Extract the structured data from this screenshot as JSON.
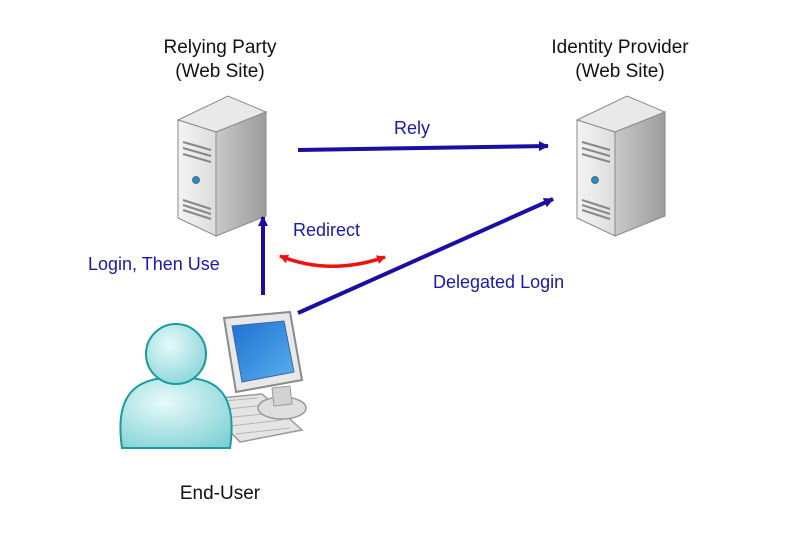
{
  "diagram": {
    "nodes": {
      "relying_party": {
        "line1": "Relying Party",
        "line2": "(Web Site)",
        "icon": "server-icon"
      },
      "identity_provider": {
        "line1": "Identity Provider",
        "line2": "(Web Site)",
        "icon": "server-icon"
      },
      "end_user": {
        "label": "End-User",
        "icon": "user-computer-icon"
      }
    },
    "edges": {
      "rely": {
        "label": "Rely",
        "from": "Relying Party",
        "to": "Identity Provider",
        "color": "#1a0fa0"
      },
      "redirect": {
        "label": "Redirect",
        "bidirectional": true,
        "color": "#ee1111"
      },
      "login_then_use": {
        "label": "Login, Then Use",
        "from": "End-User",
        "to": "Relying Party",
        "color": "#1a0fa0"
      },
      "delegated_login": {
        "label": "Delegated Login",
        "from": "End-User",
        "to": "Identity Provider",
        "color": "#1a0fa0"
      }
    }
  }
}
